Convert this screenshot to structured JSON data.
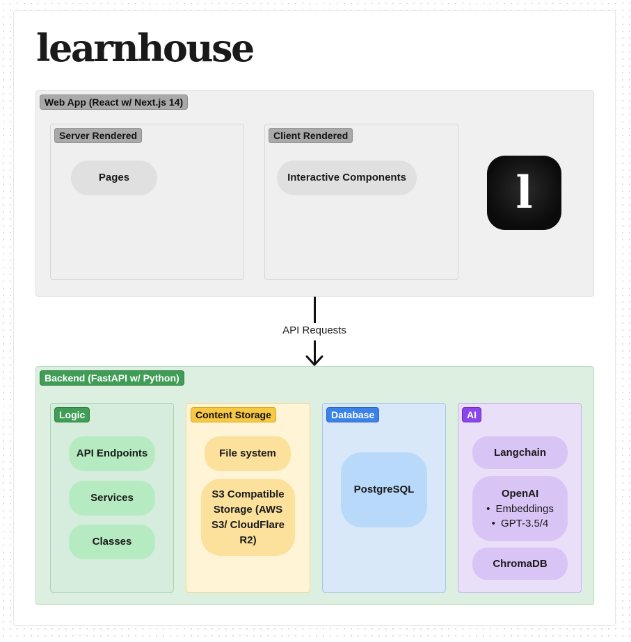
{
  "logo": {
    "text": "learnhouse"
  },
  "web_app": {
    "tag": "Web App (React w/ Next.js 14)",
    "server": {
      "tag": "Server Rendered",
      "items": [
        "Pages"
      ]
    },
    "client": {
      "tag": "Client Rendered",
      "items": [
        "Interactive Components"
      ]
    },
    "icon_glyph": "l"
  },
  "connector": {
    "label": "API Requests"
  },
  "backend": {
    "tag": "Backend (FastAPI w/ Python)",
    "logic": {
      "tag": "Logic",
      "items": [
        "API Endpoints",
        "Services",
        "Classes"
      ]
    },
    "storage": {
      "tag": "Content Storage",
      "items": [
        "File system",
        "S3 Compatible Storage (AWS S3/ CloudFlare R2)"
      ]
    },
    "database": {
      "tag": "Database",
      "items": [
        "PostgreSQL"
      ]
    },
    "ai": {
      "tag": "AI",
      "langchain": "Langchain",
      "openai": {
        "title": "OpenAI",
        "bullets": [
          "Embeddings",
          "GPT-3.5/4"
        ]
      },
      "chromadb": "ChromaDB"
    }
  },
  "colors": {
    "gray_tag": "#a9a9a9",
    "green_tag": "#3f9d55",
    "yellow_tag": "#f7c843",
    "blue_tag": "#3b82e6",
    "purple_tag": "#8b45ea"
  }
}
